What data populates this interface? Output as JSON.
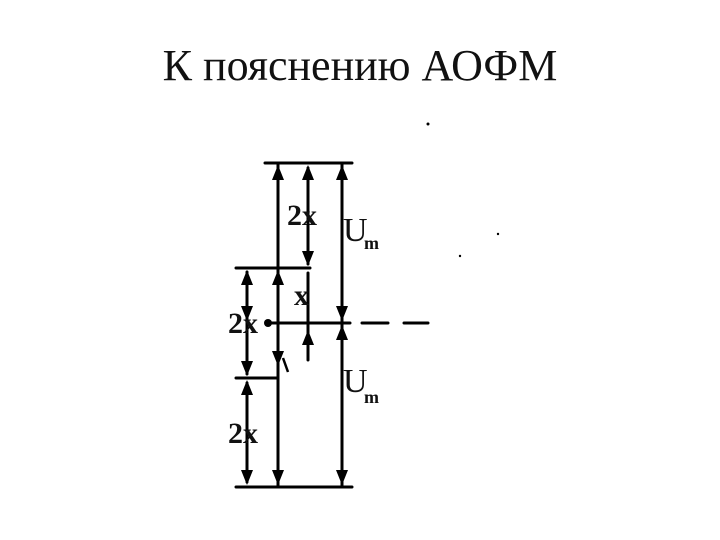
{
  "slide": {
    "title": "К пояснению АОФМ"
  },
  "diagram": {
    "labels": {
      "two_x_top": "2x",
      "u_top_main": "U",
      "u_top_sub": "m",
      "x_mid": "x",
      "two_x_mid": "2x",
      "u_bottom_main": "U",
      "u_bottom_sub": "m",
      "two_x_bottom": "2x"
    }
  }
}
